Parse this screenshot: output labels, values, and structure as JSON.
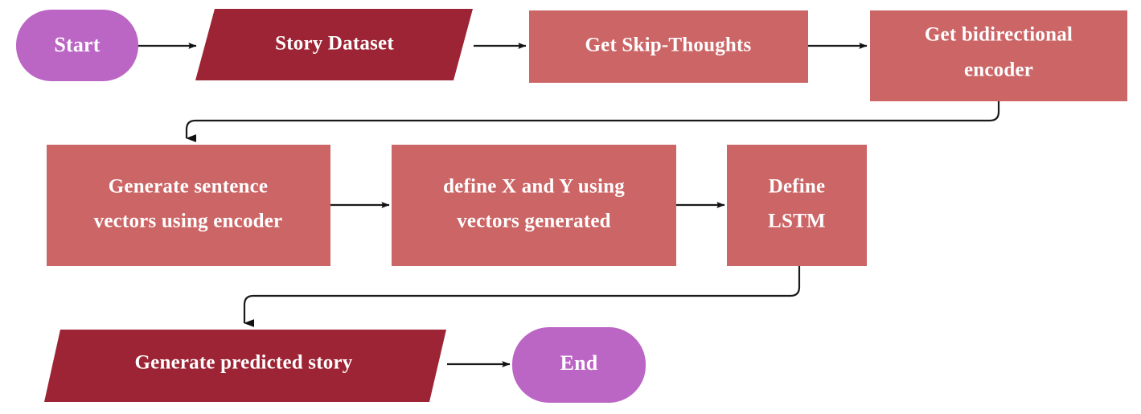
{
  "diagram": {
    "title": "Story generation pipeline flowchart",
    "type": "flowchart",
    "background": "#ffffff",
    "palette": {
      "terminator_purple": "#bb65c4",
      "data_dark_red": "#9c2434",
      "process_rose": "#cc6566",
      "label_white": "#ffffff",
      "connector_black": "#1a1a1a"
    },
    "nodes": [
      {
        "id": "start",
        "label": "Start",
        "shape": "terminator-pill",
        "color": "#bb65c4",
        "font_size": 26
      },
      {
        "id": "story-dataset",
        "label": "Story Dataset",
        "shape": "data-parallelogram",
        "color": "#9c2434",
        "font_size": 25
      },
      {
        "id": "get-skip-thoughts",
        "label": "Get Skip-Thoughts",
        "shape": "process-rect",
        "color": "#cc6566",
        "font_size": 25
      },
      {
        "id": "get-bidirectional-encoder",
        "label_line1": "Get bidirectional",
        "label_line2": "encoder",
        "shape": "process-rect",
        "color": "#cc6566",
        "font_size": 25
      },
      {
        "id": "generate-sentence-vectors",
        "label_line1": "Generate sentence",
        "label_line2": "vectors using encoder",
        "shape": "process-rect",
        "color": "#cc6566",
        "font_size": 25
      },
      {
        "id": "define-x-and-y",
        "label_line1": "define X and Y using",
        "label_line2": "vectors generated",
        "shape": "process-rect",
        "color": "#cc6566",
        "font_size": 25
      },
      {
        "id": "define-lstm",
        "label_line1": "Define",
        "label_line2": "LSTM",
        "shape": "process-rect",
        "color": "#cc6566",
        "font_size": 25
      },
      {
        "id": "generate-predicted-story",
        "label": "Generate predicted story",
        "shape": "data-parallelogram",
        "color": "#9c2434",
        "font_size": 25
      },
      {
        "id": "end",
        "label": "End",
        "shape": "terminator-pill",
        "color": "#bb65c4",
        "font_size": 26
      }
    ],
    "edges": [
      {
        "id": "e1",
        "from": "start",
        "to": "story-dataset",
        "style": "straight-right"
      },
      {
        "id": "e2",
        "from": "story-dataset",
        "to": "get-skip-thoughts",
        "style": "straight-right"
      },
      {
        "id": "e3",
        "from": "get-skip-thoughts",
        "to": "get-bidirectional-encoder",
        "style": "straight-right"
      },
      {
        "id": "e4",
        "from": "get-bidirectional-encoder",
        "to": "generate-sentence-vectors",
        "style": "down-left-down"
      },
      {
        "id": "e5",
        "from": "generate-sentence-vectors",
        "to": "define-x-and-y",
        "style": "straight-right"
      },
      {
        "id": "e6",
        "from": "define-x-and-y",
        "to": "define-lstm",
        "style": "straight-right"
      },
      {
        "id": "e7",
        "from": "define-lstm",
        "to": "generate-predicted-story",
        "style": "down-left-down"
      },
      {
        "id": "e8",
        "from": "generate-predicted-story",
        "to": "end",
        "style": "straight-right"
      }
    ]
  }
}
